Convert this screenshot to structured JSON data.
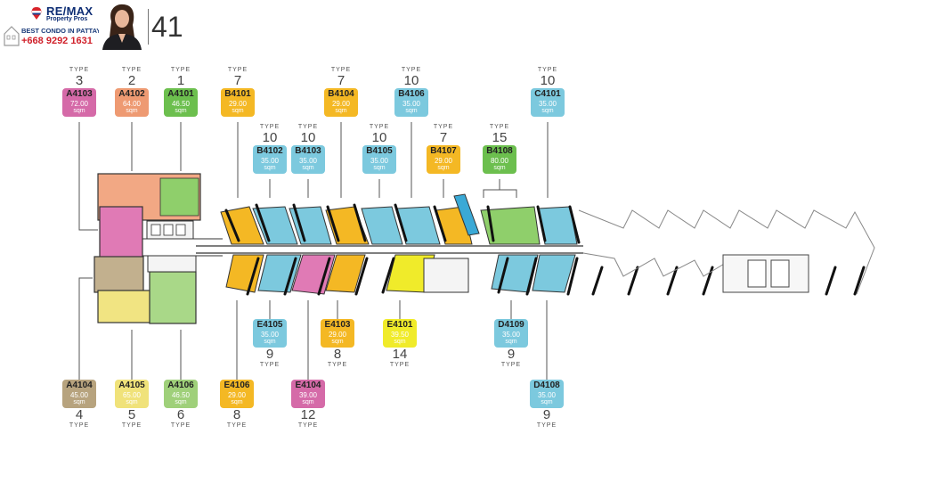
{
  "header": {
    "brand": "RE/MAX",
    "brand_sub": "Property Pros",
    "tagline": "BEST CONDO IN PATTAYA",
    "phone": "+668 9292 1631",
    "floor": "41"
  },
  "type_word": "TYPE",
  "area_unit": "sqm",
  "colors": {
    "pink": "#d56aa8",
    "salmon": "#ee9a72",
    "green": "#6cbf4e",
    "yellow": "#f4b824",
    "blue": "#7cc9de",
    "tan": "#b7a37e",
    "lightyellow": "#f0e27a",
    "lightgreen": "#9fd07a",
    "brightyellow": "#f0eb2a"
  },
  "units_top": [
    {
      "code": "A4103",
      "area": "72.00",
      "type": "3",
      "color": "pink"
    },
    {
      "code": "A4102",
      "area": "64.00",
      "type": "2",
      "color": "salmon"
    },
    {
      "code": "A4101",
      "area": "46.50",
      "type": "1",
      "color": "green"
    },
    {
      "code": "B4101",
      "area": "29.00",
      "type": "7",
      "color": "yellow"
    },
    {
      "code": "B4102",
      "area": "35.00",
      "type": "10",
      "color": "blue"
    },
    {
      "code": "B4103",
      "area": "35.00",
      "type": "10",
      "color": "blue"
    },
    {
      "code": "B4104",
      "area": "29.00",
      "type": "7",
      "color": "yellow"
    },
    {
      "code": "B4105",
      "area": "35.00",
      "type": "10",
      "color": "blue"
    },
    {
      "code": "B4106",
      "area": "35.00",
      "type": "10",
      "color": "blue"
    },
    {
      "code": "B4107",
      "area": "29.00",
      "type": "7",
      "color": "yellow"
    },
    {
      "code": "B4108",
      "area": "80.00",
      "type": "15",
      "color": "green"
    },
    {
      "code": "C4101",
      "area": "35.00",
      "type": "10",
      "color": "blue"
    }
  ],
  "units_bottom": [
    {
      "code": "E4105",
      "area": "35.00",
      "type": "9",
      "color": "blue"
    },
    {
      "code": "E4103",
      "area": "29.00",
      "type": "8",
      "color": "yellow"
    },
    {
      "code": "E4101",
      "area": "39.50",
      "type": "14",
      "color": "brightyellow"
    },
    {
      "code": "D4109",
      "area": "35.00",
      "type": "9",
      "color": "blue"
    },
    {
      "code": "A4104",
      "area": "45.00",
      "type": "4",
      "color": "tan"
    },
    {
      "code": "A4105",
      "area": "65.00",
      "type": "5",
      "color": "lightyellow"
    },
    {
      "code": "A4106",
      "area": "46.50",
      "type": "6",
      "color": "lightgreen"
    },
    {
      "code": "E4106",
      "area": "29.00",
      "type": "8",
      "color": "yellow"
    },
    {
      "code": "E4104",
      "area": "39.00",
      "type": "12",
      "color": "pink"
    },
    {
      "code": "D4108",
      "area": "35.00",
      "type": "9",
      "color": "blue"
    }
  ]
}
